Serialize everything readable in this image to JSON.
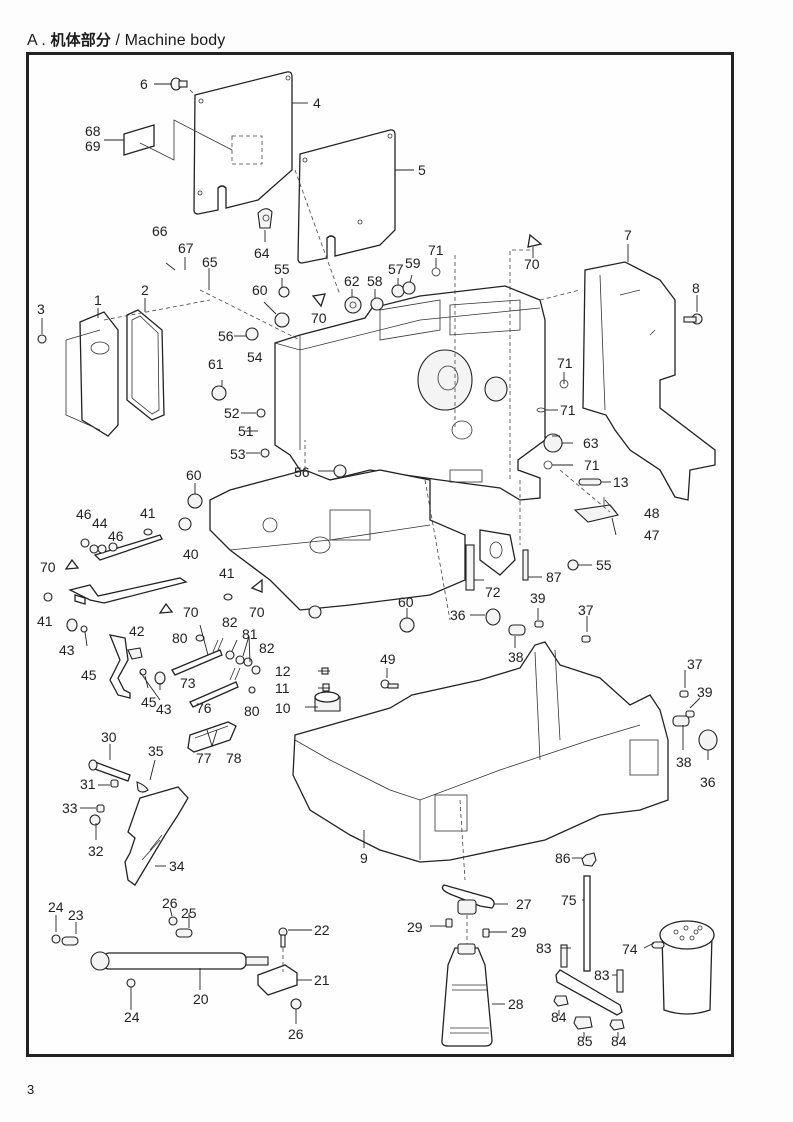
{
  "header": {
    "section_prefix": "A .",
    "title_cn": "机体部分",
    "separator": " / ",
    "title_en": "Machine body"
  },
  "page_number": "3",
  "diagram": {
    "description": "Exploded parts diagram of sewing machine body",
    "callouts": [
      {
        "id": "c6",
        "text": "6"
      },
      {
        "id": "c4",
        "text": "4"
      },
      {
        "id": "c68",
        "text": "68"
      },
      {
        "id": "c69",
        "text": "69"
      },
      {
        "id": "c5",
        "text": "5"
      },
      {
        "id": "c64",
        "text": "64"
      },
      {
        "id": "c66",
        "text": "66"
      },
      {
        "id": "c67",
        "text": "67"
      },
      {
        "id": "c65",
        "text": "65"
      },
      {
        "id": "c55a",
        "text": "55"
      },
      {
        "id": "c62",
        "text": "62"
      },
      {
        "id": "c58",
        "text": "58"
      },
      {
        "id": "c57",
        "text": "57"
      },
      {
        "id": "c59",
        "text": "59"
      },
      {
        "id": "c71a",
        "text": "71"
      },
      {
        "id": "c70a",
        "text": "70"
      },
      {
        "id": "c70b",
        "text": "70"
      },
      {
        "id": "c7",
        "text": "7"
      },
      {
        "id": "c8",
        "text": "8"
      },
      {
        "id": "c3",
        "text": "3"
      },
      {
        "id": "c1",
        "text": "1"
      },
      {
        "id": "c2",
        "text": "2"
      },
      {
        "id": "c60a",
        "text": "60"
      },
      {
        "id": "c56a",
        "text": "56"
      },
      {
        "id": "c54",
        "text": "54"
      },
      {
        "id": "c61",
        "text": "61"
      },
      {
        "id": "c52",
        "text": "52"
      },
      {
        "id": "c51",
        "text": "51"
      },
      {
        "id": "c53",
        "text": "53"
      },
      {
        "id": "c71b",
        "text": "71"
      },
      {
        "id": "c71c",
        "text": "71"
      },
      {
        "id": "c63",
        "text": "63"
      },
      {
        "id": "c71d",
        "text": "71"
      },
      {
        "id": "c13",
        "text": "13"
      },
      {
        "id": "c56b",
        "text": "56"
      },
      {
        "id": "c60b",
        "text": "60"
      },
      {
        "id": "c48",
        "text": "48"
      },
      {
        "id": "c47",
        "text": "47"
      },
      {
        "id": "c46a",
        "text": "46"
      },
      {
        "id": "c44",
        "text": "44"
      },
      {
        "id": "c46b",
        "text": "46"
      },
      {
        "id": "c41a",
        "text": "41"
      },
      {
        "id": "c70c",
        "text": "70"
      },
      {
        "id": "c40",
        "text": "40"
      },
      {
        "id": "c41b",
        "text": "41"
      },
      {
        "id": "c70d",
        "text": "70"
      },
      {
        "id": "c41c",
        "text": "41"
      },
      {
        "id": "c70e",
        "text": "70"
      },
      {
        "id": "c55b",
        "text": "55"
      },
      {
        "id": "c87",
        "text": "87"
      },
      {
        "id": "c72",
        "text": "72"
      },
      {
        "id": "c60c",
        "text": "60"
      },
      {
        "id": "c39a",
        "text": "39"
      },
      {
        "id": "c37a",
        "text": "37"
      },
      {
        "id": "c36a",
        "text": "36"
      },
      {
        "id": "c38a",
        "text": "38"
      },
      {
        "id": "c43a",
        "text": "43"
      },
      {
        "id": "c45a",
        "text": "45"
      },
      {
        "id": "c42",
        "text": "42"
      },
      {
        "id": "c80a",
        "text": "80"
      },
      {
        "id": "c82a",
        "text": "82"
      },
      {
        "id": "c81",
        "text": "81"
      },
      {
        "id": "c82b",
        "text": "82"
      },
      {
        "id": "c73",
        "text": "73"
      },
      {
        "id": "c45b",
        "text": "45"
      },
      {
        "id": "c43b",
        "text": "43"
      },
      {
        "id": "c76",
        "text": "76"
      },
      {
        "id": "c80b",
        "text": "80"
      },
      {
        "id": "c12",
        "text": "12"
      },
      {
        "id": "c11",
        "text": "11"
      },
      {
        "id": "c10",
        "text": "10"
      },
      {
        "id": "c49",
        "text": "49"
      },
      {
        "id": "c37b",
        "text": "37"
      },
      {
        "id": "c39b",
        "text": "39"
      },
      {
        "id": "c38b",
        "text": "38"
      },
      {
        "id": "c36b",
        "text": "36"
      },
      {
        "id": "c77",
        "text": "77"
      },
      {
        "id": "c78",
        "text": "78"
      },
      {
        "id": "c30",
        "text": "30"
      },
      {
        "id": "c35",
        "text": "35"
      },
      {
        "id": "c31",
        "text": "31"
      },
      {
        "id": "c33",
        "text": "33"
      },
      {
        "id": "c32",
        "text": "32"
      },
      {
        "id": "c34",
        "text": "34"
      },
      {
        "id": "c9",
        "text": "9"
      },
      {
        "id": "c86",
        "text": "86"
      },
      {
        "id": "c27",
        "text": "27"
      },
      {
        "id": "c75",
        "text": "75"
      },
      {
        "id": "c29a",
        "text": "29"
      },
      {
        "id": "c29b",
        "text": "29"
      },
      {
        "id": "c74",
        "text": "74"
      },
      {
        "id": "c83a",
        "text": "83"
      },
      {
        "id": "c83b",
        "text": "83"
      },
      {
        "id": "c28",
        "text": "28"
      },
      {
        "id": "c84a",
        "text": "84"
      },
      {
        "id": "c85",
        "text": "85"
      },
      {
        "id": "c84b",
        "text": "84"
      },
      {
        "id": "c24a",
        "text": "24"
      },
      {
        "id": "c23",
        "text": "23"
      },
      {
        "id": "c26a",
        "text": "26"
      },
      {
        "id": "c25",
        "text": "25"
      },
      {
        "id": "c22",
        "text": "22"
      },
      {
        "id": "c21",
        "text": "21"
      },
      {
        "id": "c20",
        "text": "20"
      },
      {
        "id": "c24b",
        "text": "24"
      },
      {
        "id": "c26b",
        "text": "26"
      }
    ]
  }
}
